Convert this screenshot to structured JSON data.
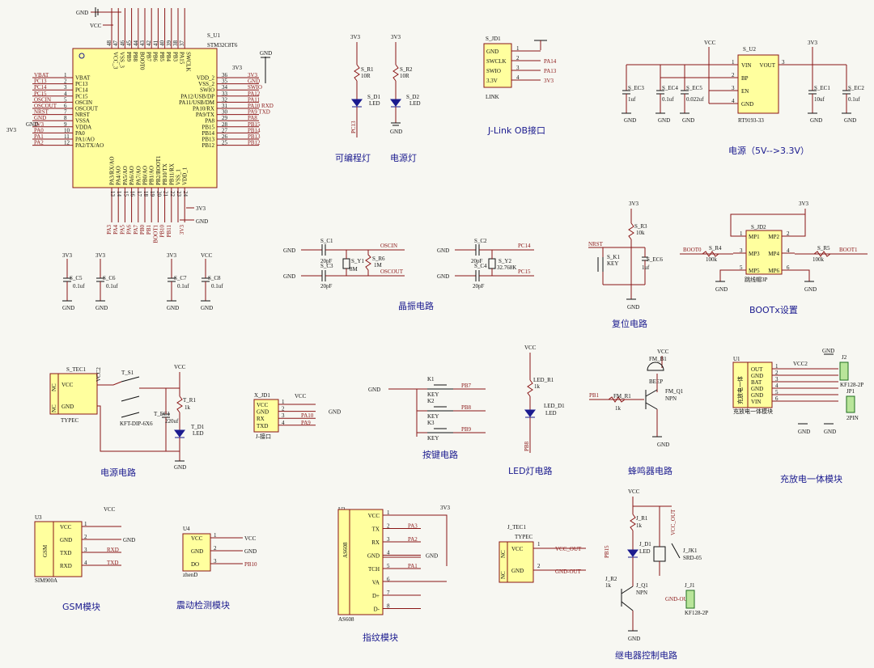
{
  "captions": {
    "power_33": "电源（5V-->3.3V）",
    "jlink": "J-Link OB接口",
    "prog_led": "可编程灯",
    "power_led": "电源灯",
    "crystal": "晶振电路",
    "reset": "复位电路",
    "boot": "BOOTx设置",
    "power": "电源电路",
    "keys": "按键电路",
    "led": "LED灯电路",
    "buzzer": "蜂鸣器电路",
    "charge": "充放电一体模块",
    "gsm": "GSM模块",
    "vibration": "震动检测模块",
    "fingerprint": "指纹模块",
    "relay": "继电器控制电路"
  },
  "mcu": {
    "ref": "S_U1",
    "part": "STM32C8T6",
    "left_pins": [
      {
        "name": "VBAT",
        "num": "1",
        "net": "VBAT"
      },
      {
        "name": "PC13",
        "num": "2",
        "net": "PC13"
      },
      {
        "name": "PC14",
        "num": "3",
        "net": "PC14"
      },
      {
        "name": "PC15",
        "num": "4",
        "net": "PC15"
      },
      {
        "name": "OSCIN",
        "num": "5",
        "net": "OSCIN"
      },
      {
        "name": "OSCOUT",
        "num": "6",
        "net": "OSCOUT"
      },
      {
        "name": "NRST",
        "num": "7",
        "net": "NRST"
      },
      {
        "name": "VSSA",
        "num": "8",
        "net": "GND"
      },
      {
        "name": "VDDA",
        "num": "9",
        "net": "3V3"
      },
      {
        "name": "PA0",
        "num": "10",
        "net": "PA0"
      },
      {
        "name": "PA1/AO",
        "num": "11",
        "net": "PA1"
      },
      {
        "name": "PA2/TX/AO",
        "num": "12",
        "net": "PA2"
      }
    ],
    "right_pins": [
      {
        "name": "VDD_2",
        "num": "36",
        "net": "3V3"
      },
      {
        "name": "VSS_2",
        "num": "35",
        "net": "GND"
      },
      {
        "name": "SWIO",
        "num": "34",
        "net": "SWIO"
      },
      {
        "name": "PA12/USB/DP",
        "num": "33",
        "net": "PA12"
      },
      {
        "name": "PA11/USB/DM",
        "num": "32",
        "net": "PA11"
      },
      {
        "name": "PA10/RX",
        "num": "31",
        "net": "PA10 RXD"
      },
      {
        "name": "PA9/TX",
        "num": "30",
        "net": "PA9 TXD"
      },
      {
        "name": "PA8",
        "num": "29",
        "net": "PA8"
      },
      {
        "name": "PB15",
        "num": "28",
        "net": "PB15"
      },
      {
        "name": "PB14",
        "num": "27",
        "net": "PB14"
      },
      {
        "name": "PB13",
        "num": "26",
        "net": "PB13"
      },
      {
        "name": "PB12",
        "num": "25",
        "net": "PB12"
      }
    ],
    "top_pins": [
      {
        "name": "VCC_3",
        "num": "48"
      },
      {
        "name": "VSS_3",
        "num": "47"
      },
      {
        "name": "PB9",
        "num": "46"
      },
      {
        "name": "PB8",
        "num": "45"
      },
      {
        "name": "BOOT0",
        "num": "44"
      },
      {
        "name": "PB7",
        "num": "43"
      },
      {
        "name": "PB6",
        "num": "42"
      },
      {
        "name": "PB5",
        "num": "41"
      },
      {
        "name": "PB4",
        "num": "40"
      },
      {
        "name": "PB3",
        "num": "39"
      },
      {
        "name": "PA15",
        "num": "38"
      },
      {
        "name": "SWCLK",
        "num": "37"
      }
    ],
    "bottom_pins": [
      {
        "name": "PA3/RX/AO",
        "num": "13",
        "net": "PA3"
      },
      {
        "name": "PA4/AO",
        "num": "14",
        "net": "PA4"
      },
      {
        "name": "PA5/AO",
        "num": "15",
        "net": "PA5"
      },
      {
        "name": "PA6/AO",
        "num": "16",
        "net": "PA6"
      },
      {
        "name": "PA7/AO",
        "num": "17",
        "net": "PA7"
      },
      {
        "name": "PB0/AO",
        "num": "18",
        "net": "PB0"
      },
      {
        "name": "PB1/AO",
        "num": "19",
        "net": "PB1"
      },
      {
        "name": "PB2/BOOT1",
        "num": "20",
        "net": "BOOT1"
      },
      {
        "name": "PB10/TX",
        "num": "21",
        "net": "PB10"
      },
      {
        "name": "PB11/RX",
        "num": "22",
        "net": "PB11"
      },
      {
        "name": "VSS_1",
        "num": "23",
        "net": ""
      },
      {
        "name": "VDD_1",
        "num": "24",
        "net": "3V3"
      }
    ],
    "top_labels": {
      "gnd": "GND",
      "vcc": "VCC",
      "gnd_right": "GND",
      "v33_right": "3V3",
      "v33_left": "3V3",
      "gnd_left": "GND",
      "gnd_bottom": "GND",
      "v33_bottom": "3V3"
    }
  },
  "leds": {
    "r1": {
      "ref": "S_R1",
      "value": "10R",
      "rail": "3V3",
      "led_ref": "S_D1",
      "led_val": "LED",
      "net": "PC13"
    },
    "r2": {
      "ref": "S_R2",
      "value": "10R",
      "rail": "3V3",
      "led_ref": "S_D2",
      "led_val": "LED",
      "gnd": "GND"
    }
  },
  "jlink": {
    "ref": "S_JD1",
    "pins": [
      {
        "name": "GND",
        "num": "1",
        "net": "GND"
      },
      {
        "name": "SWCLK",
        "num": "2",
        "net": "PA14"
      },
      {
        "name": "SWIO",
        "num": "3",
        "net": "PA13"
      },
      {
        "name": "3.3V",
        "num": "4",
        "net": "3V3"
      }
    ],
    "footer": "LINK"
  },
  "reg": {
    "ref": "S_U2",
    "part": "RT9193-33",
    "vcc": "VCC",
    "v33": "3V3",
    "pins": [
      {
        "name": "VIN",
        "num": "1"
      },
      {
        "name": "BP",
        "num": "2"
      },
      {
        "name": "EN",
        "num": "3"
      },
      {
        "name": "GND",
        "num": "4"
      },
      {
        "name": "VOUT",
        "num": "3"
      }
    ],
    "caps": [
      {
        "ref": "S_EC3",
        "value": "1uf"
      },
      {
        "ref": "S_EC4",
        "value": "0.1uf"
      },
      {
        "ref": "S_EC5",
        "value": "0.022uf"
      },
      {
        "ref": "S_EC1",
        "value": "10uf"
      },
      {
        "ref": "S_EC2",
        "value": "0.1uf"
      }
    ],
    "gnd": "GND"
  },
  "decaps": [
    {
      "ref": "S_C5",
      "value": "0.1uf",
      "rail": "3V3"
    },
    {
      "ref": "S_C6",
      "value": "0.1uf",
      "rail": "3V3"
    },
    {
      "ref": "S_C7",
      "value": "0.1uf",
      "rail": "3V3"
    },
    {
      "ref": "S_C8",
      "value": "0.1uf",
      "rail": "VCC"
    }
  ],
  "xtal1": {
    "c1": "S_C1",
    "c1v": "20pF",
    "c3": "S_C3",
    "c3v": "20pF",
    "y": "S_Y1",
    "yv": "8M",
    "r": "S_R6",
    "rv": "1M",
    "in": "OSCIN",
    "out": "OSCOUT"
  },
  "xtal2": {
    "c1": "S_C2",
    "c1v": "20pF",
    "c3": "S_C4",
    "c3v": "20pF",
    "y": "S_Y2",
    "yv": "32.768K",
    "in": "PC14",
    "out": "PC15"
  },
  "reset": {
    "rail": "3V3",
    "r": "S_R3",
    "rv": "10k",
    "k": "S_K1",
    "kv": "KEY",
    "c": "S_EC6",
    "cv": "1uf",
    "net": "NRST"
  },
  "boot": {
    "ref": "S_JD2",
    "rail": "3V3",
    "pins": [
      "MP1",
      "MP2",
      "MP3",
      "MP4",
      "MP5",
      "MP6"
    ],
    "nums": [
      "1",
      "2",
      "3",
      "4",
      "5",
      "6"
    ],
    "r4": "S_R4",
    "r4v": "100k",
    "r5": "S_R5",
    "r5v": "100k",
    "boot0": "BOOT0",
    "boot1": "BOOT1",
    "footer": "跳线帽3P"
  },
  "power": {
    "ref": "S_TEC1",
    "pins": [
      "VCC",
      "GND",
      "NC",
      "NC"
    ],
    "footer": "TYPEC",
    "sw": "T_S1",
    "swv": "KFT-DIP-6X6",
    "ec": "T_EC1",
    "ecv": "220uf",
    "r": "T_R1",
    "rv": "1k",
    "d": "T_D1",
    "dv": "LED",
    "vcc": "VCC",
    "vcc2": "VCC2"
  },
  "xjd1": {
    "ref": "X_JD1",
    "pins": [
      "VCC",
      "GND",
      "RX",
      "TXD"
    ],
    "nets": [
      "VCC",
      "GND",
      "PA10",
      "PA9"
    ],
    "footer": "J-接口"
  },
  "keys": {
    "gnd": "GND",
    "items": [
      {
        "ref": "K1",
        "val": "KEY",
        "net": "PB7"
      },
      {
        "ref": "K2",
        "val": "KEY",
        "net": "PB8"
      },
      {
        "ref": "K3",
        "val": "KEY",
        "net": "PB9"
      }
    ]
  },
  "ledc": {
    "rail": "VCC",
    "r": "LED_R1",
    "rv": "1k",
    "d": "LED_D1",
    "dv": "LED",
    "net": "PB8"
  },
  "buzzer": {
    "rail": "VCC",
    "b": "FM_B1",
    "bv": "BEEP",
    "r": "FM_R1",
    "rv": "1k",
    "q": "FM_Q1",
    "qv": "NPN",
    "net": "PB1",
    "gnd": "GND"
  },
  "charge": {
    "ref": "U1",
    "label": "充放电一体",
    "pins": [
      "OUT",
      "GND",
      "BAT",
      "GND",
      "GND",
      "VIN"
    ],
    "nums": [
      "1",
      "2",
      "3",
      "4",
      "5",
      "6"
    ],
    "vcc2": "VCC2",
    "j2": "J2",
    "j2v": "KF128-2P",
    "jp1": "JP1",
    "jp1v": "2PIN",
    "footer": "充放电一体模块",
    "gnd": "GND"
  },
  "gsm": {
    "ref": "U3",
    "label": "GSM",
    "pins": [
      "VCC",
      "GND",
      "TXD",
      "RXD"
    ],
    "nums": [
      "1",
      "2",
      "3",
      "4"
    ],
    "nets": [
      "VCC",
      "GND",
      "RXD",
      "TXD"
    ],
    "footer": "SIM900A"
  },
  "vib": {
    "ref": "U4",
    "pins": [
      "VCC",
      "GND",
      "DO"
    ],
    "nums": [
      "1",
      "2",
      "3"
    ],
    "nets": [
      "VCC",
      "GND",
      "PB10"
    ],
    "footer": "zhenD"
  },
  "finger": {
    "ref": "U2",
    "label": "AS608",
    "pins": [
      "VCC",
      "TX",
      "RX",
      "GND",
      "TCH",
      "VA",
      "D+",
      "D-"
    ],
    "nums": [
      "1",
      "2",
      "3",
      "4",
      "5",
      "6",
      "7",
      "8"
    ],
    "nets": [
      "3V3",
      "PA3",
      "PA2",
      "GND",
      "PA1",
      "",
      "",
      ""
    ],
    "footer": "AS608"
  },
  "jtec1": {
    "ref": "J_TEC1",
    "pins": [
      "VCC",
      "GND",
      "NC",
      "NC"
    ],
    "nums": [
      "1",
      "2"
    ],
    "nets": [
      "VCC_OUT",
      "GND-OUT"
    ],
    "footer": "TYPEC"
  },
  "relay": {
    "rail": "VCC",
    "r1": "J_R1",
    "r1v": "1k",
    "d": "J_D1",
    "dv": "LED",
    "k": "J_JK1",
    "kv": "SRD-05",
    "r2": "J_R2",
    "r2v": "1k",
    "q": "J_Q1",
    "qv": "NPN",
    "net": "PB15",
    "j": "J_J1",
    "jv": "KF128-2P",
    "out1": "VCC_OUT",
    "out2": "GND-OUT",
    "gnd": "GND"
  }
}
